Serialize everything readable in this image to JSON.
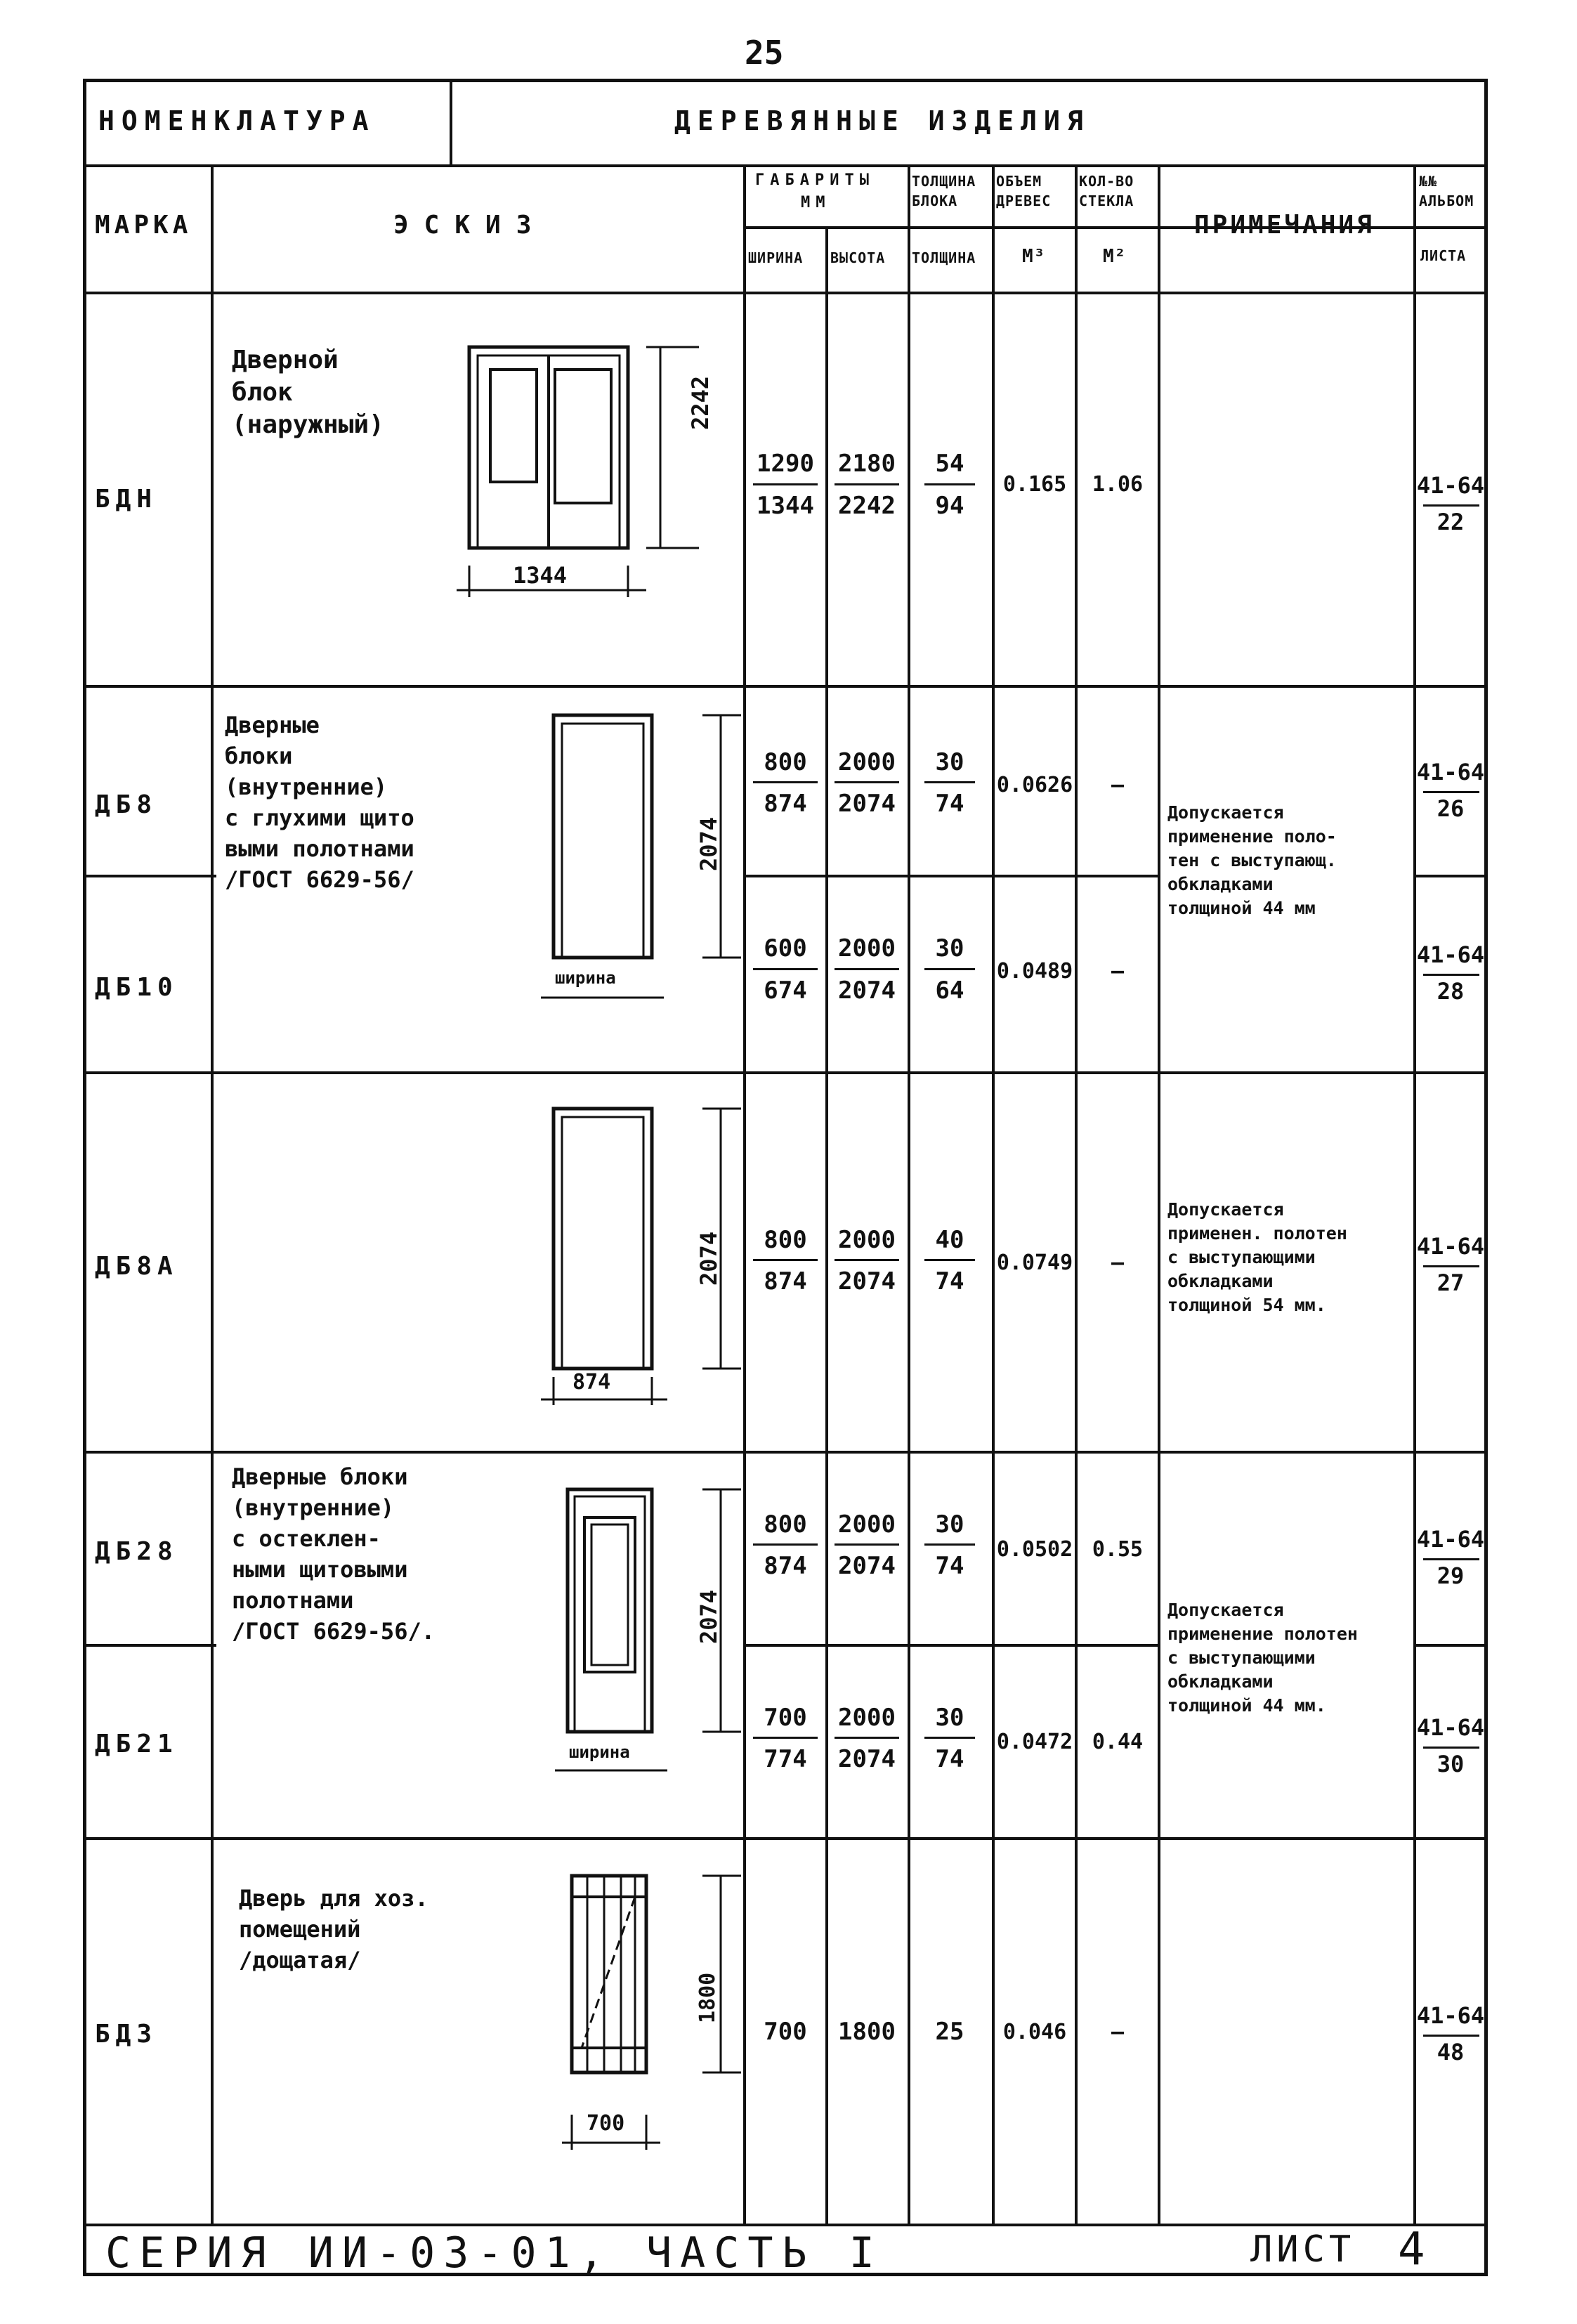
{
  "page_number": "25",
  "header": {
    "nomenclature": "НОМЕНКЛАТУРА",
    "section_title": "ДЕРЕВЯННЫЕ   ИЗДЕЛИЯ"
  },
  "columns": {
    "mark": "МАРКА",
    "sketch": "ЭСКИЗ",
    "dimensions": "ГАБАРИТЫ",
    "dimensions_unit": "ММ",
    "width": "ШИРИНА",
    "height": "ВЫСОТА",
    "thickness_group": "ТОЛЩИНА БЛОКА",
    "thickness": "ТОЛЩИНА",
    "volume": "ОБЪЕМ ДРЕВЕС",
    "volume_unit": "М³",
    "glass": "КОЛ-ВО СТЕКЛА",
    "glass_unit": "М²",
    "notes": "ПРИМЕЧАНИЯ",
    "album": "№№ АЛЬБОМ",
    "sheet": "ЛИСТА"
  },
  "rows": [
    {
      "mark": "БДН",
      "label": "Дверной\nблок\n(наружный)",
      "sketch_width": "1344",
      "sketch_height": "2242",
      "width_top": "1290",
      "width_bottom": "1344",
      "height_top": "2180",
      "height_bottom": "2242",
      "thick_top": "54",
      "thick_bottom": "94",
      "volume": "0.165",
      "glass": "1.06",
      "note": "",
      "album_top": "41-64",
      "album_bottom": "22"
    },
    {
      "mark": "ДБ8",
      "label": "Дверные\nблоки\n(внутренние)\nс глухими щито\nвыми полотнами\n/ГОСТ 6629-56/",
      "sketch_height": "2074",
      "sketch_width_label": "ширина",
      "width_top": "800",
      "width_bottom": "874",
      "height_top": "2000",
      "height_bottom": "2074",
      "thick_top": "30",
      "thick_bottom": "74",
      "volume": "0.0626",
      "glass": "—",
      "album_top": "41-64",
      "album_bottom": "26"
    },
    {
      "mark": "ДБ10",
      "width_top": "600",
      "width_bottom": "674",
      "height_top": "2000",
      "height_bottom": "2074",
      "thick_top": "30",
      "thick_bottom": "64",
      "volume": "0.0489",
      "glass": "—",
      "album_top": "41-64",
      "album_bottom": "28"
    },
    {
      "mark": "ДБ8А",
      "sketch_height": "2074",
      "sketch_width": "874",
      "width_top": "800",
      "width_bottom": "874",
      "height_top": "2000",
      "height_bottom": "2074",
      "thick_top": "40",
      "thick_bottom": "74",
      "volume": "0.0749",
      "glass": "—",
      "note": "Допускается\nприменен. полотен\nс выступающими\nобкладками\nтолщиной 54 мм.",
      "album_top": "41-64",
      "album_bottom": "27"
    },
    {
      "mark": "ДБ28",
      "label": "Дверные блоки\n(внутренние)\nс остеклен-\nными щитовыми\nполотнами\n/ГОСТ 6629-56/.",
      "sketch_height": "2074",
      "sketch_width_label": "ширина",
      "width_top": "800",
      "width_bottom": "874",
      "height_top": "2000",
      "height_bottom": "2074",
      "thick_top": "30",
      "thick_bottom": "74",
      "volume": "0.0502",
      "glass": "0.55",
      "album_top": "41-64",
      "album_bottom": "29"
    },
    {
      "mark": "ДБ21",
      "width_top": "700",
      "width_bottom": "774",
      "height_top": "2000",
      "height_bottom": "2074",
      "thick_top": "30",
      "thick_bottom": "74",
      "volume": "0.0472",
      "glass": "0.44",
      "album_top": "41-64",
      "album_bottom": "30"
    },
    {
      "mark": "БДЗ",
      "label": "Дверь для хоз.\nпомещений\n/дощатая/",
      "sketch_height": "1800",
      "sketch_width": "700",
      "width": "700",
      "height": "1800",
      "thick": "25",
      "volume": "0.046",
      "glass": "—",
      "album_top": "41-64",
      "album_bottom": "48"
    }
  ],
  "notes_shared": {
    "db8_db10": "Допускается\nприменение поло-\nтен с выступающ.\nобкладками\nтолщиной 44 мм",
    "db28_db21": "Допускается\nприменение полотен\nс выступающими\nобкладками\nтолщиной 44 мм."
  },
  "footer": {
    "series": "СЕРИЯ ИИ-03-01, ЧАСТЬ I",
    "sheet_label": "ЛИСТ",
    "sheet_number": "4"
  }
}
